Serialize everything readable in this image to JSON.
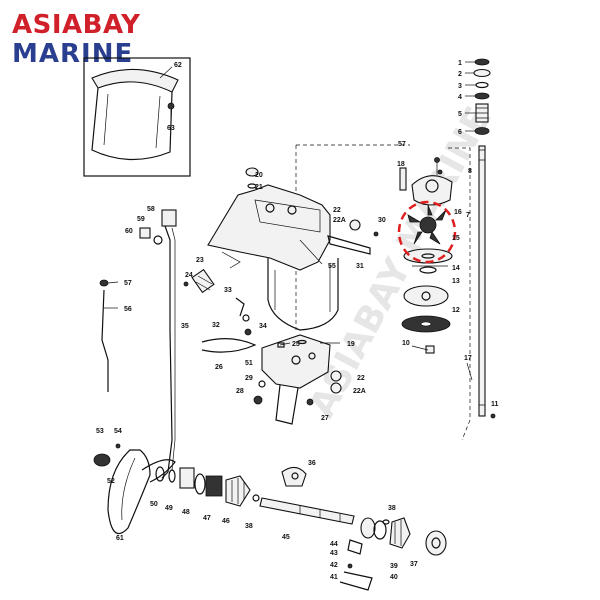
{
  "brand": {
    "line1": "ASIABAY",
    "line2": "MARINE"
  },
  "watermark": "ASIABAY MARINE",
  "highlight_color": "#e02020",
  "callouts": {
    "c1": "1",
    "c2": "2",
    "c3": "3",
    "c4": "4",
    "c5": "5",
    "c6": "6",
    "c7": "7",
    "c8": "8",
    "c10": "10",
    "c11": "11",
    "c12": "12",
    "c13": "13",
    "c14": "14",
    "c15": "15",
    "c16": "16",
    "c17": "17",
    "c18": "18",
    "c19": "19",
    "c20": "20",
    "c21": "21",
    "c22a": "22",
    "c22b": "22",
    "c22Aa": "22A",
    "c22Ab": "22A",
    "c23": "23",
    "c24": "24",
    "c25": "25",
    "c26": "26",
    "c27": "27",
    "c28": "28",
    "c29": "29",
    "c30": "30",
    "c31": "31",
    "c32": "32",
    "c33": "33",
    "c34": "34",
    "c35": "35",
    "c36": "36",
    "c37": "37",
    "c38a": "38",
    "c38b": "38",
    "c39": "39",
    "c40": "40",
    "c41": "41",
    "c42": "42",
    "c43": "43",
    "c44": "44",
    "c45": "45",
    "c46": "46",
    "c47": "47",
    "c48": "48",
    "c49": "49",
    "c50": "50",
    "c51": "51",
    "c52": "52",
    "c53": "53",
    "c54": "54",
    "c55": "55",
    "c56": "56",
    "c57a": "57",
    "c57b": "57",
    "c58": "58",
    "c59": "59",
    "c60": "60",
    "c61": "61",
    "c62": "62",
    "c63": "63"
  }
}
